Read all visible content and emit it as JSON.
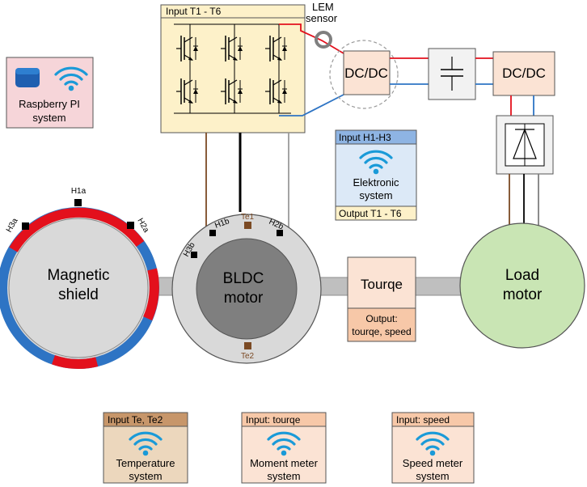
{
  "colors": {
    "inverter_fill": "#fdf1c9",
    "pink_fill": "#f6d5d9",
    "blue_fill": "#dce9f7",
    "blue_header": "#8eb4e3",
    "peach_fill": "#fbe3d4",
    "peach_header": "#f7c8a8",
    "brown_header": "#c7966a",
    "brown_body": "#ecd7bd",
    "green_fill": "#c9e5b4",
    "gray_light": "#d9d9d9",
    "gray_dark": "#7f7f7f",
    "red": "#e3101c",
    "blue": "#2e74c4",
    "wifi_blue": "#1a9ad8"
  },
  "inverter": {
    "header": "Input T1 - T6"
  },
  "lem_sensor": {
    "line1": "LEM",
    "line2": "sensor"
  },
  "dcdc_left": {
    "label": "DC/DC"
  },
  "dcdc_right": {
    "label": "DC/DC"
  },
  "raspberry": {
    "line1": "Raspberry PI",
    "line2": "system",
    "icon": "wifi-icon"
  },
  "elektronic": {
    "header": "Input H1-H3",
    "line1": "Elektronic",
    "line2": "system",
    "footer": "Output T1 - T6",
    "icon": "wifi-icon"
  },
  "shield": {
    "line1": "Magnetic",
    "line2": "shield",
    "sensor_h1": "H1a",
    "sensor_h2": "H2a",
    "sensor_h3": "H3a"
  },
  "bldc": {
    "line1": "BLDC",
    "line2": "motor",
    "sensor_h1": "H1b",
    "sensor_h2": "H2b",
    "sensor_h3": "H3b",
    "sensor_te1": "Te1",
    "sensor_te2": "Te2"
  },
  "torque": {
    "label": "Tourqe",
    "out1": "Output:",
    "out2": "tourqe, speed"
  },
  "load": {
    "line1": "Load",
    "line2": "motor"
  },
  "temperature": {
    "header": "Input Te, Te2",
    "line1": "Temperature",
    "line2": "system",
    "icon": "wifi-icon"
  },
  "moment": {
    "header": "Input: tourqe",
    "line1": "Moment meter",
    "line2": "system",
    "icon": "wifi-icon"
  },
  "speed": {
    "header": "Input: speed",
    "line1": "Speed meter",
    "line2": "system",
    "icon": "wifi-icon"
  }
}
